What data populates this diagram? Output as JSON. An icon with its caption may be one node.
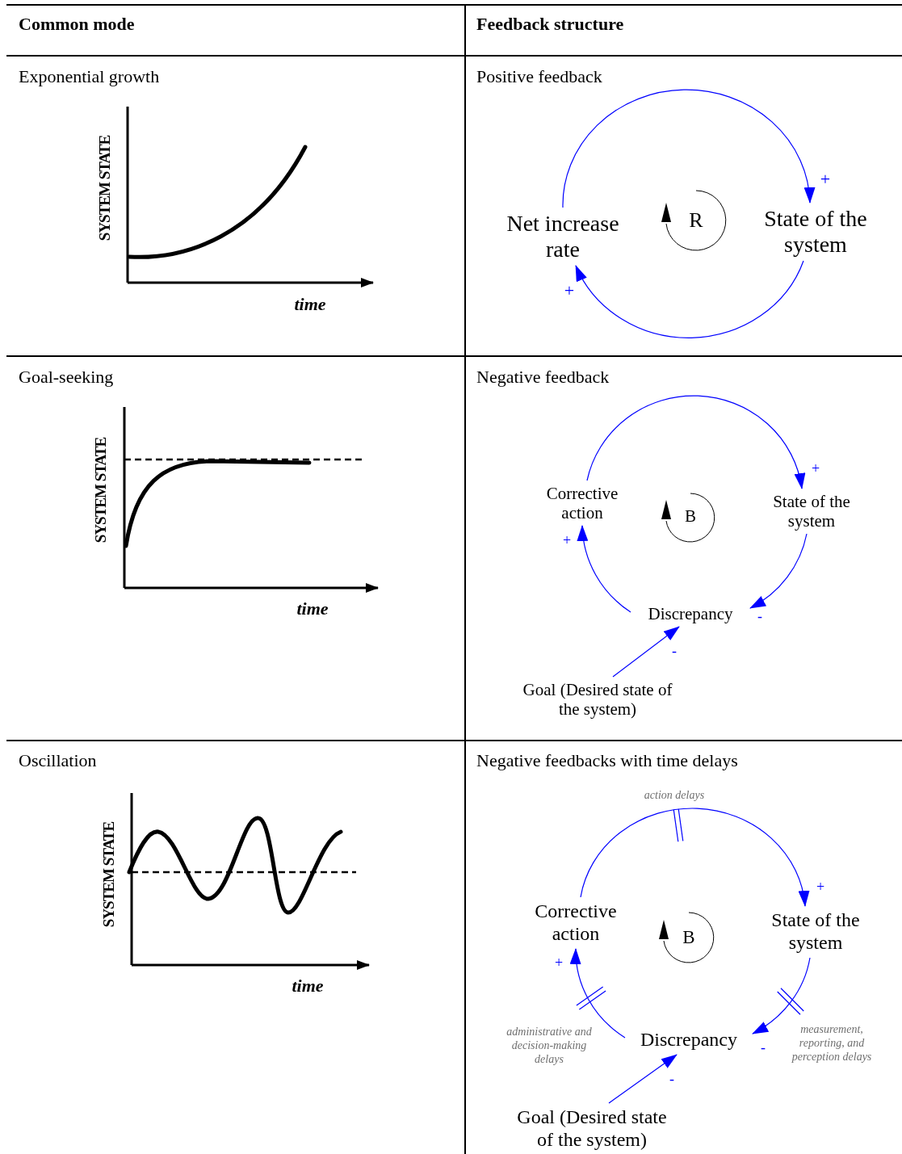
{
  "diagram": {
    "nodes": [
      {
        "text": [
          "Net increase rate"
        ]
      },
      {
        "text": [
          "State of the system"
        ]
      },
      {
        "text": [
          "Corrective action"
        ]
      },
      {
        "text": [
          "State of the system"
        ]
      },
      {
        "text": [
          "Discrepancy"
        ]
      },
      {
        "text": [
          "Goal (Desired state of the system)"
        ]
      },
      {
        "text": [
          "Corrective action"
        ]
      },
      {
        "text": [
          "State of the system"
        ]
      },
      {
        "text": [
          "Discrepancy"
        ]
      },
      {
        "text": [
          "Goal (Desired state of the system)"
        ]
      }
    ],
    "edges": [
      {
        "from": 0,
        "to": 1,
        "arrow": "to",
        "label": "+"
      },
      {
        "from": 1,
        "to": 0,
        "arrow": "to",
        "label": "+"
      },
      {
        "from": 2,
        "to": 3,
        "arrow": "to",
        "label": "+"
      },
      {
        "from": 3,
        "to": 4,
        "arrow": "to",
        "label": "-"
      },
      {
        "from": 4,
        "to": 2,
        "arrow": "to",
        "label": "+"
      },
      {
        "from": 5,
        "to": 4,
        "arrow": "to",
        "label": "-"
      },
      {
        "from": 6,
        "to": 7,
        "arrow": "to",
        "label": "+"
      },
      {
        "from": 7,
        "to": 8,
        "arrow": "to",
        "label": "-"
      },
      {
        "from": 8,
        "to": 6,
        "arrow": "to",
        "label": "+"
      },
      {
        "from": 9,
        "to": 8,
        "arrow": "to",
        "label": "-"
      }
    ],
    "labels": [
      "Common mode",
      "Feedback structure",
      "Exponential growth",
      "SYSTEM STATE",
      "time",
      "Positive feedback",
      "R",
      "Goal-seeking",
      "SYSTEM STATE",
      "time",
      "Negative feedback",
      "B",
      "Oscillation",
      "SYSTEM STATE",
      "time",
      "Negative feedbacks with time delays",
      "action delays",
      "B",
      "administrative and decision-making delays",
      "measurement, reporting, and perception delays"
    ]
  }
}
